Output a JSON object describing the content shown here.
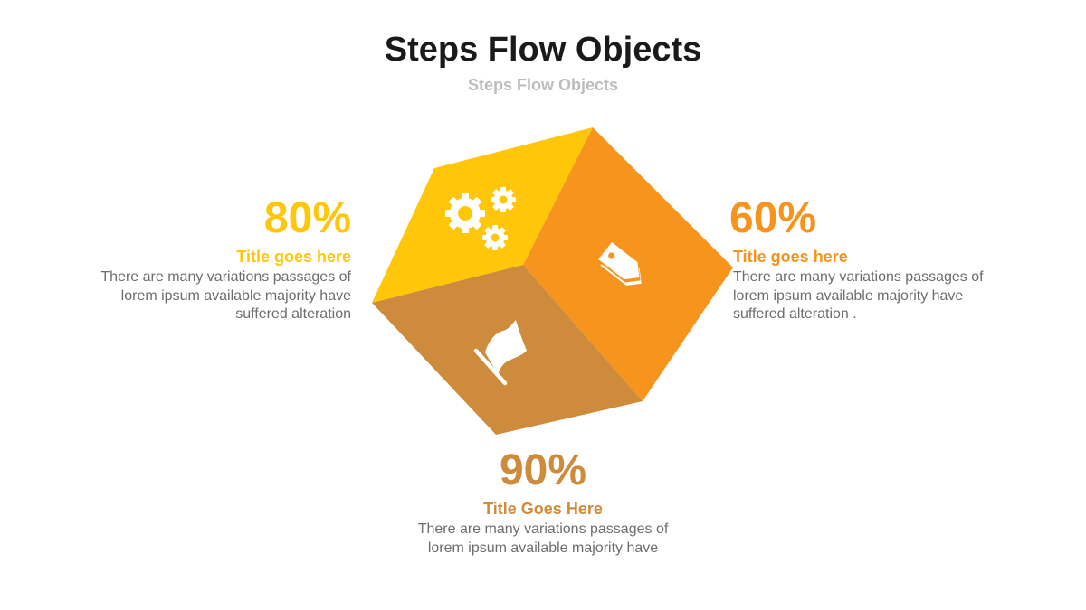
{
  "header": {
    "title": "Steps Flow Objects",
    "subtitle": "Steps Flow Objects"
  },
  "colors": {
    "top_face": "#FFC60A",
    "right_face": "#F7941D",
    "bottom_face": "#CE8B3C",
    "description_text": "#6D6D6D"
  },
  "steps": {
    "left": {
      "percent": "80%",
      "title": "Title goes here",
      "description": "There are many variations passages of\nlorem ipsum available  majority have\nsuffered alteration",
      "color": "#FFC60A",
      "icon": "gears-icon"
    },
    "right": {
      "percent": "60%",
      "title": "Title goes here",
      "description": "There are many variations passages of\nlorem ipsum available  majority have\nsuffered alteration .",
      "color": "#F7941D",
      "icon": "tags-icon"
    },
    "bottom": {
      "percent": "90%",
      "title": "Title Goes Here",
      "description": "There are many variations passages of\nlorem ipsum available  majority have",
      "color": "#CE8B3C",
      "icon": "flag-icon"
    }
  }
}
